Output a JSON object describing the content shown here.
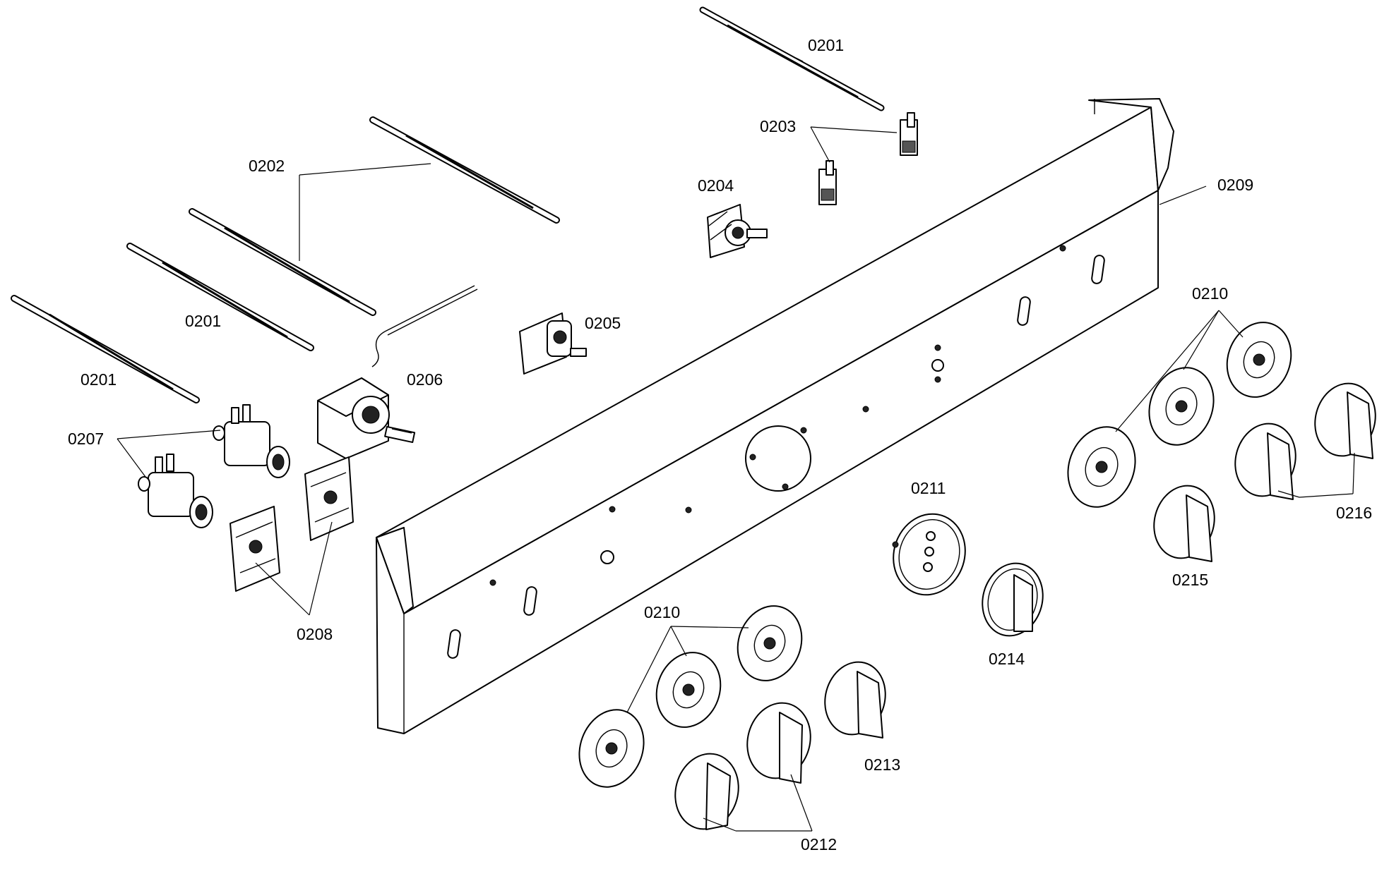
{
  "labels": {
    "p0201_top": "0201",
    "p0201_mid": "0201",
    "p0201_left": "0201",
    "p0202": "0202",
    "p0203": "0203",
    "p0204": "0204",
    "p0205": "0205",
    "p0206": "0206",
    "p0207": "0207",
    "p0208": "0208",
    "p0209": "0209",
    "p0210_right": "0210",
    "p0210_bottom": "0210",
    "p0211": "0211",
    "p0212": "0212",
    "p0213": "0213",
    "p0214": "0214",
    "p0215": "0215",
    "p0216": "0216"
  }
}
